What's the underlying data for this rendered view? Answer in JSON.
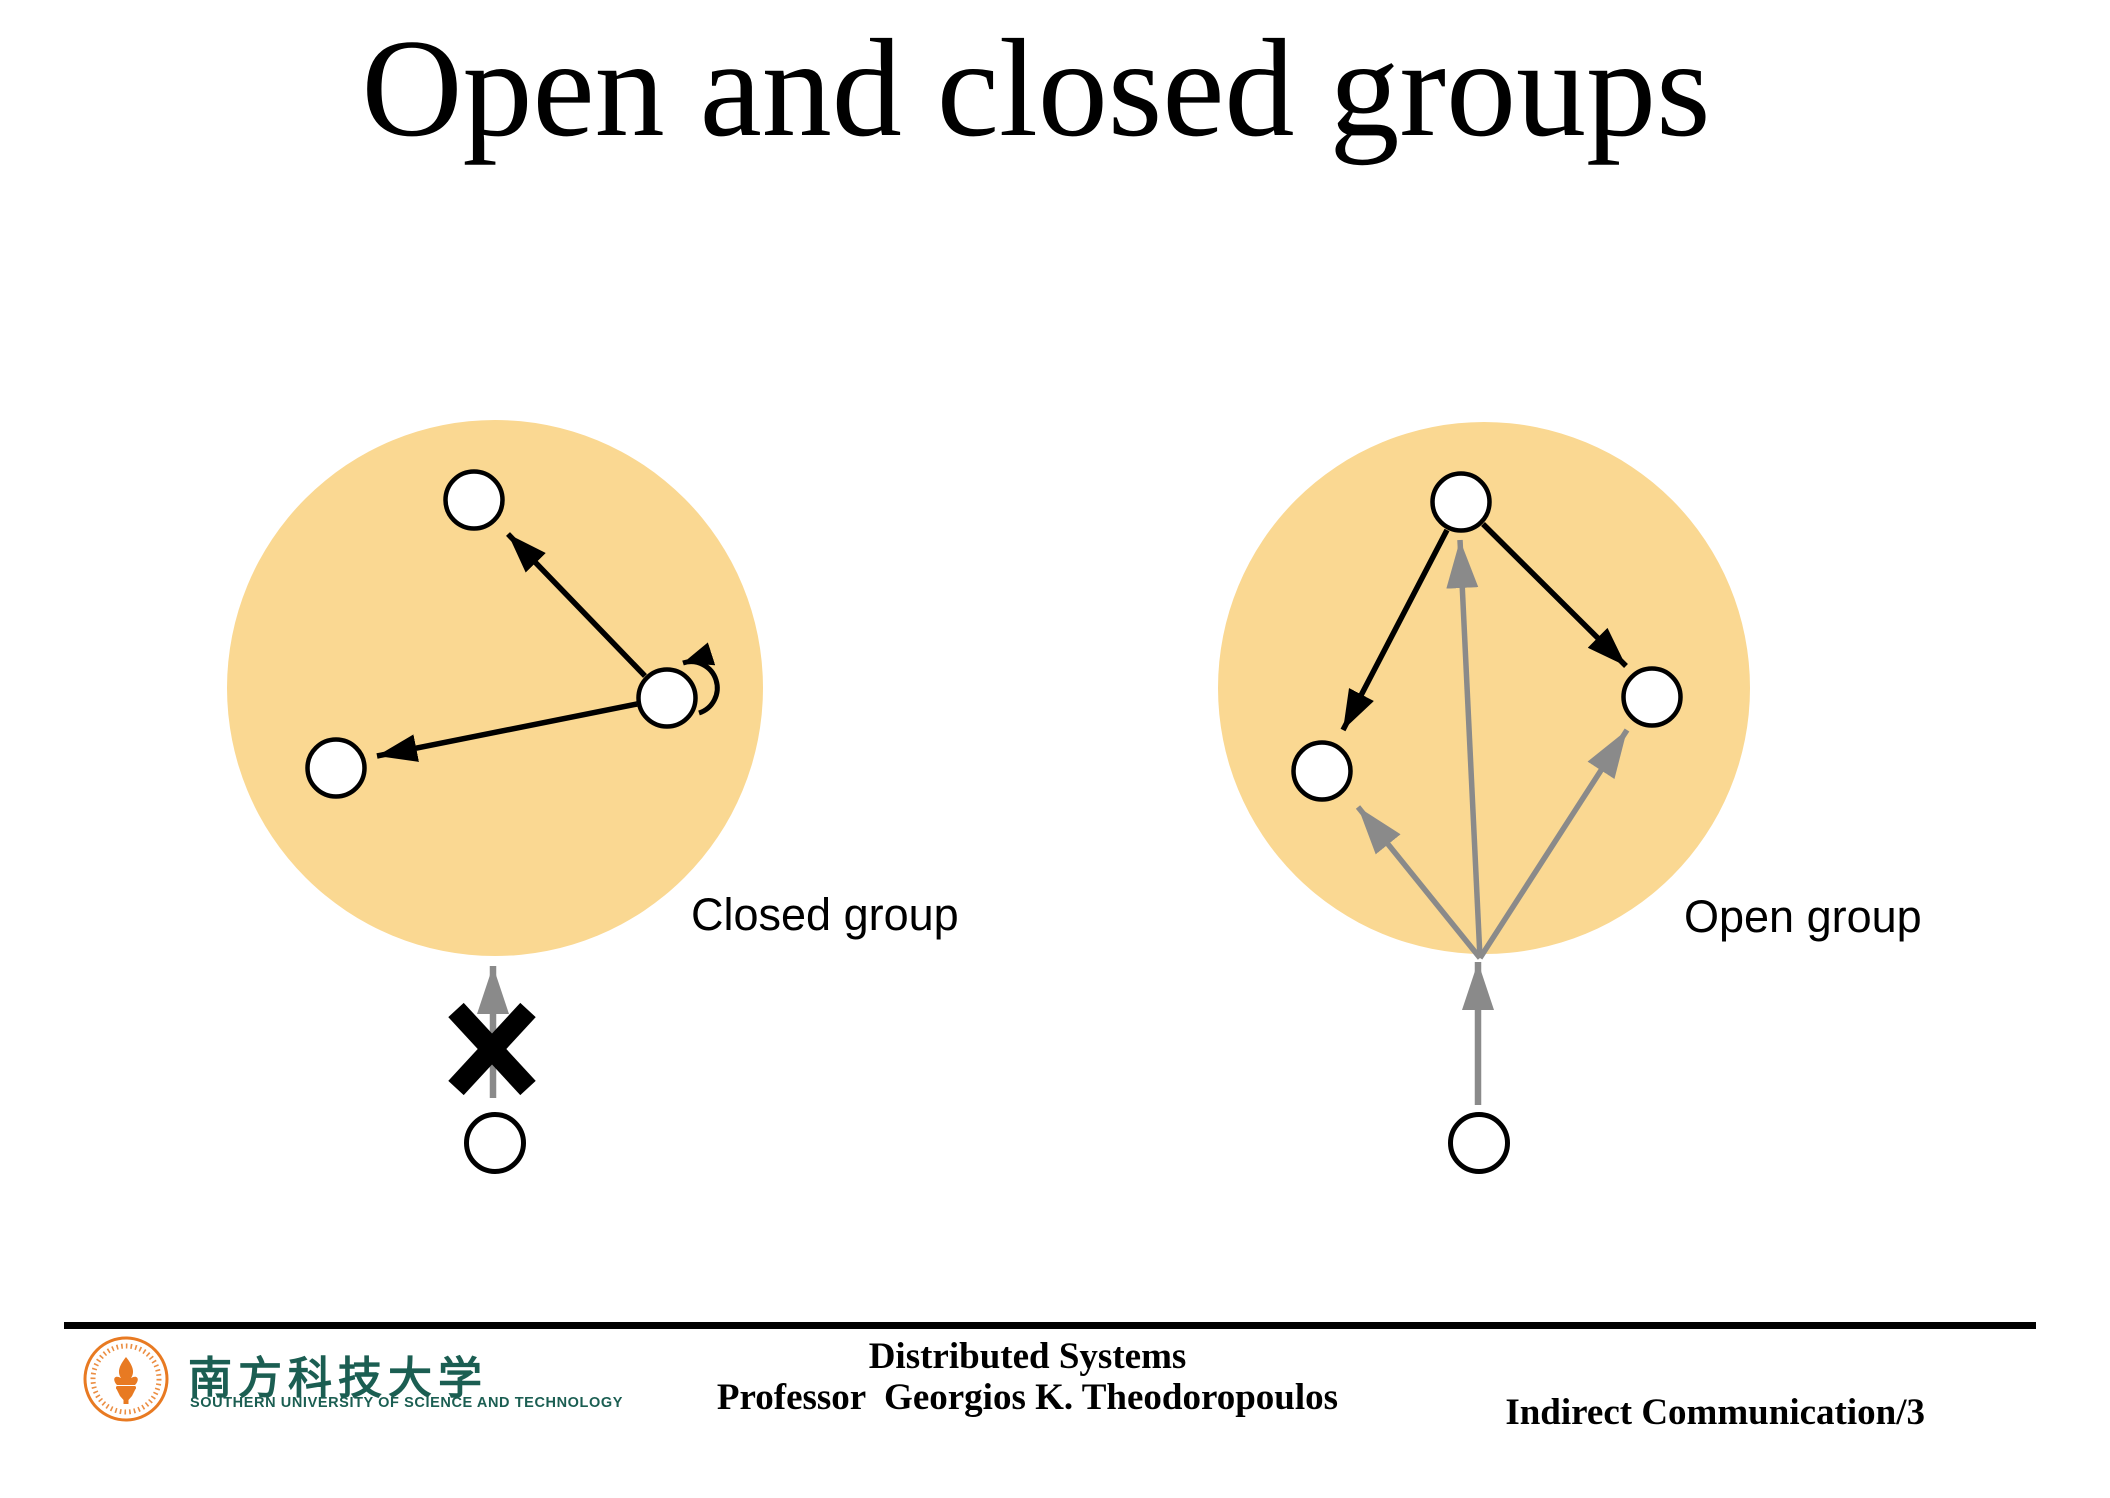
{
  "slide": {
    "title": "Open and closed groups"
  },
  "diagrams": {
    "closed_group": {
      "label": "Closed group",
      "member_count": 3,
      "has_self_loop": true,
      "external_sender_blocked": true
    },
    "open_group": {
      "label": "Open group",
      "member_count": 3,
      "external_sender_blocked": false
    }
  },
  "colors": {
    "group_fill": "#FAD892",
    "arrow_black": "#000000",
    "arrow_gray": "#8A8A8A",
    "node_fill": "#FFFFFF",
    "logo_orange": "#E87A22",
    "logo_green": "#1B5E52"
  },
  "footer": {
    "course": "Distributed Systems",
    "professor": "Professor  Georgios K. Theodoropoulos",
    "slide_ref": "Indirect Communication/3",
    "university_cn": "南方科技大学",
    "university_en": "SOUTHERN UNIVERSITY OF SCIENCE AND TECHNOLOGY"
  }
}
